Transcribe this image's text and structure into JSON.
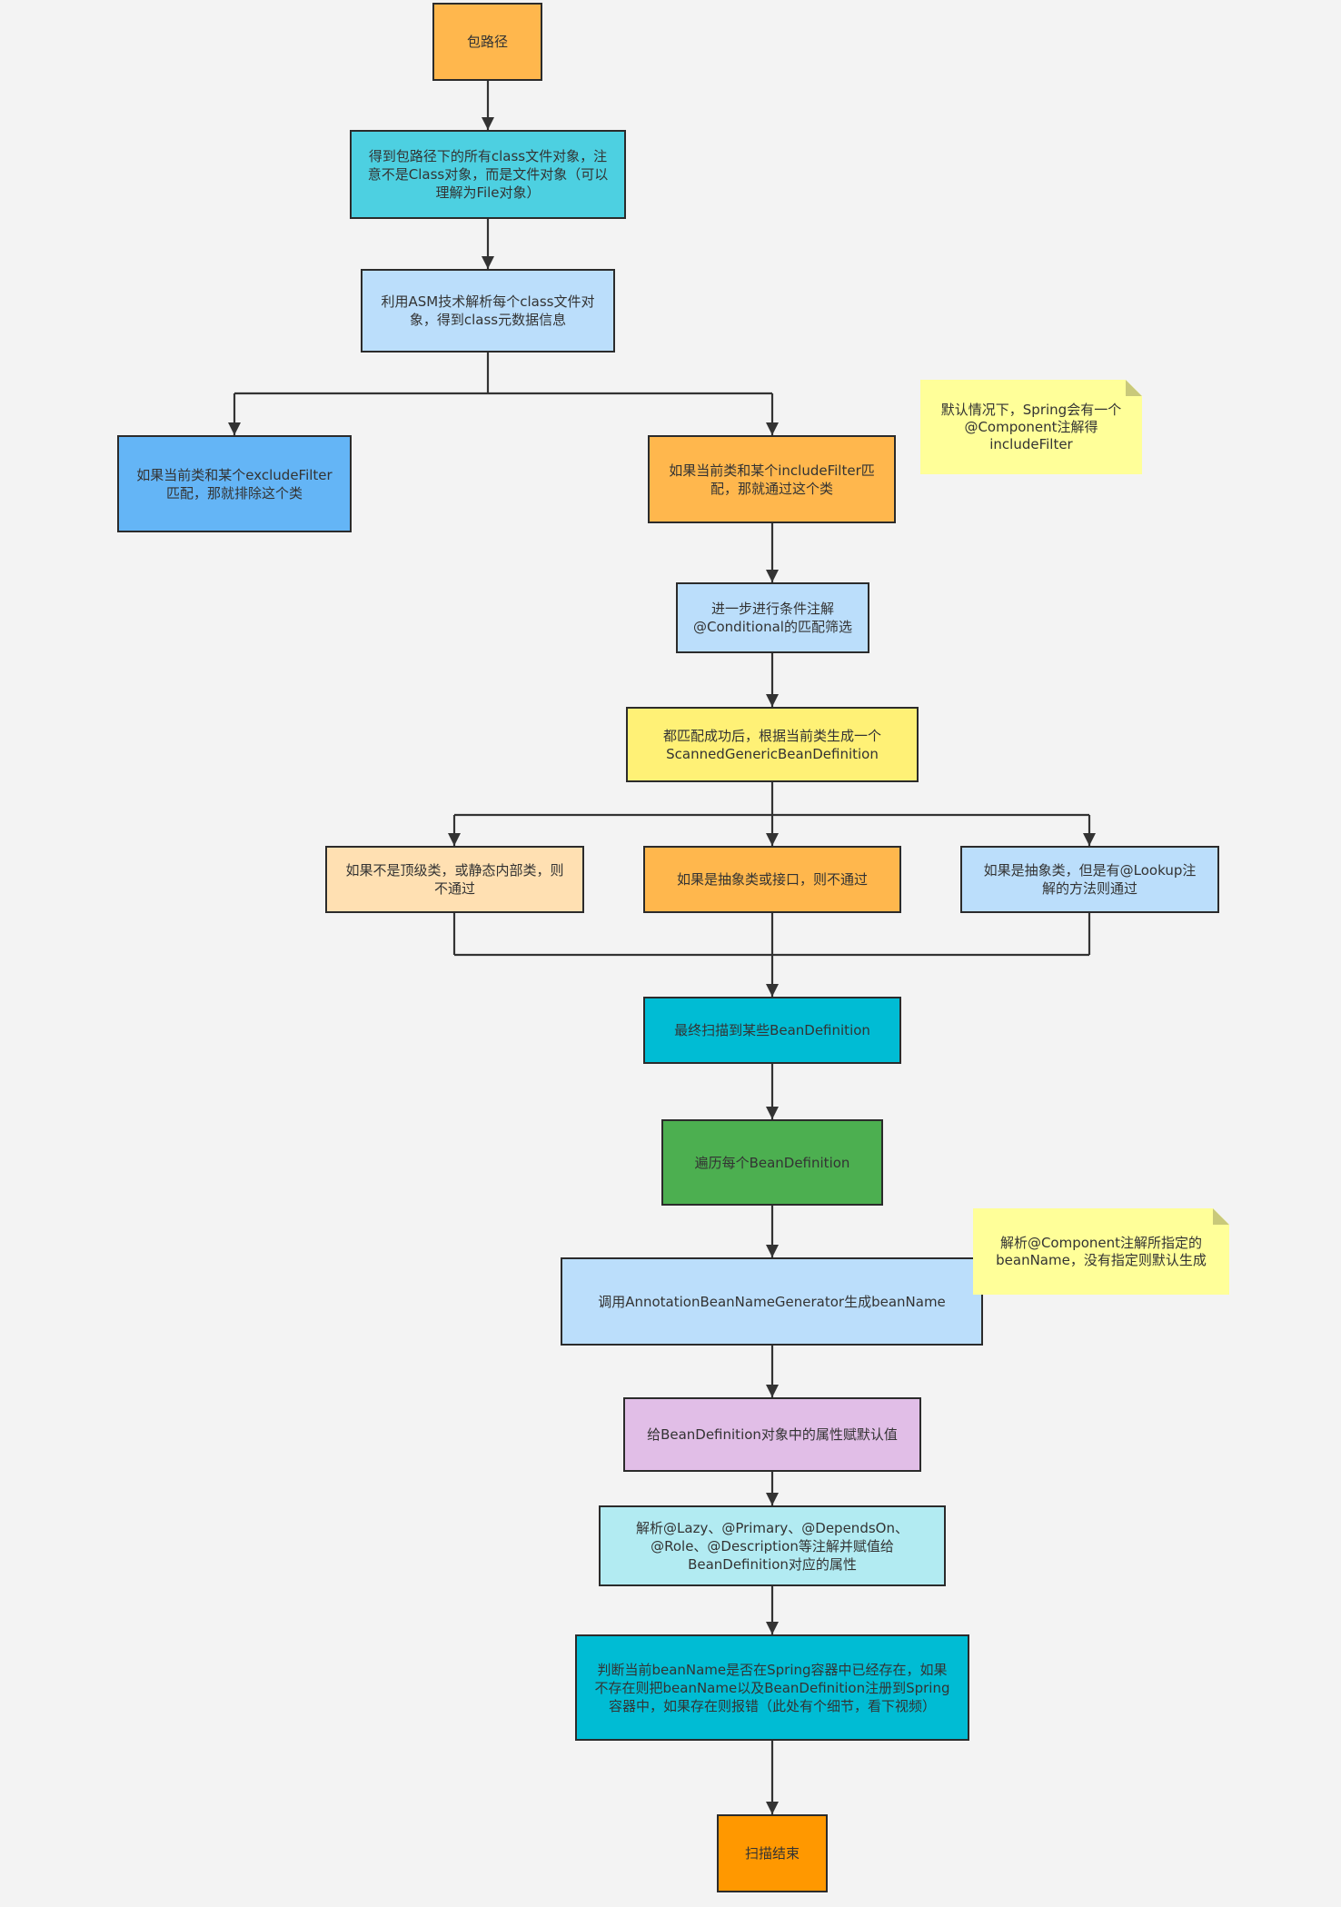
{
  "colors": {
    "line": "#333333",
    "orange": "#ffb74d",
    "cyan": "#4dd0e1",
    "light_blue": "#bbdefb",
    "blue": "#64b5f6",
    "yellow": "#fff176",
    "peach": "#ffe0b2",
    "teal": "#00bcd4",
    "green": "#4caf50",
    "lavender": "#e1bee7",
    "pale_cyan": "#b2ebf2",
    "dark_orange": "#ff9800",
    "note": "#ffff99"
  },
  "nodes": {
    "package_path": "包路径",
    "get_class_files": "得到包路径下的所有class文件对象，注\n意不是Class对象，而是文件对象（可以\n理解为File对象）",
    "asm_parse": "利用ASM技术解析每个class文件对\n象，得到class元数据信息",
    "exclude_filter": "如果当前类和某个excludeFilter\n匹配，那就排除这个类",
    "include_filter": "如果当前类和某个includeFilter匹\n配，那就通过这个类",
    "conditional": "进一步进行条件注解\n@Conditional的匹配筛选",
    "generate_definition": "都匹配成功后，根据当前类生成一个\nScannedGenericBeanDefinition",
    "not_top_level": "如果不是顶级类，或静态内部类，则\n不通过",
    "abstract_or_interface": "如果是抽象类或接口，则不通过",
    "abstract_lookup": "如果是抽象类，但是有@Lookup注\n解的方法则通过",
    "final_scanned": "最终扫描到某些BeanDefinition",
    "iterate": "遍历每个BeanDefinition",
    "bean_name_generator": "调用AnnotationBeanNameGenerator生成beanName",
    "default_values": "给BeanDefinition对象中的属性赋默认值",
    "parse_annotations": "解析@Lazy、@Primary、@DependsOn、\n@Role、@Description等注解并赋值给\nBeanDefinition对应的属性",
    "register": "判断当前beanName是否在Spring容器中已经存在，如果\n不存在则把beanName以及BeanDefinition注册到Spring\n容器中，如果存在则报错（此处有个细节，看下视频）",
    "scan_end": "扫描结束"
  },
  "notes": {
    "include_default": "默认情况下，Spring会有一个\n@Component注解得\nincludeFilter",
    "component_name": "解析@Component注解所指定的\nbeanName，没有指定则默认生成"
  }
}
